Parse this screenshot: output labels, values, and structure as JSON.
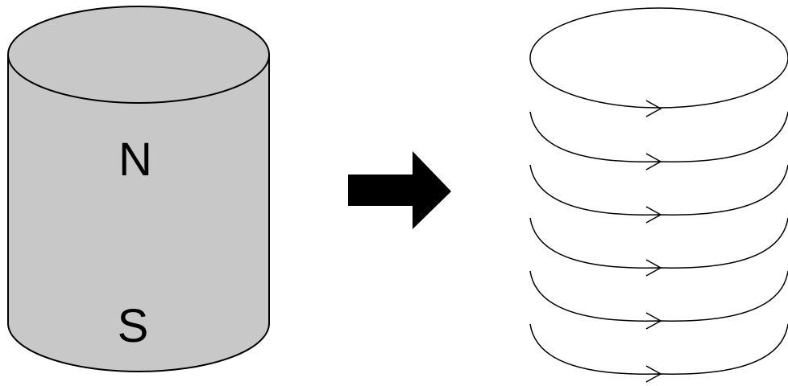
{
  "magnet": {
    "north_label": "N",
    "south_label": "S",
    "body_color": "#c8c8c8",
    "outline_color": "#000000"
  },
  "transform_arrow": {
    "icon": "right-arrow-icon",
    "color": "#000000"
  },
  "current_loops": {
    "loop_count": 6,
    "current_direction": "right",
    "stroke_color": "#000000"
  }
}
